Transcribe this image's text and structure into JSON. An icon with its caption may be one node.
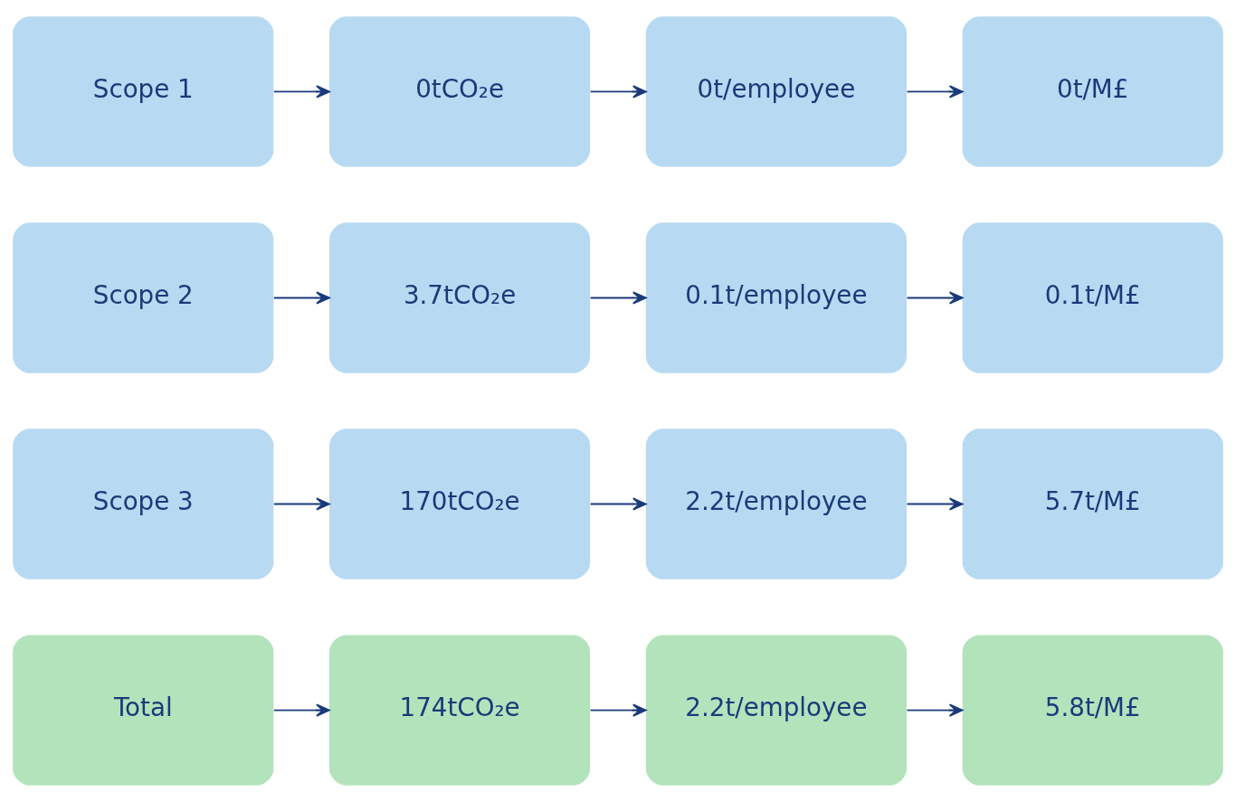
{
  "diagram": {
    "nodes": [
      {
        "text": [
          "Scope 1"
        ]
      },
      {
        "text": [
          "0tCO₂e"
        ]
      },
      {
        "text": [
          "0t/employee"
        ]
      },
      {
        "text": [
          "0t/M£"
        ]
      },
      {
        "text": [
          "Scope 2"
        ]
      },
      {
        "text": [
          "3.7tCO₂e"
        ]
      },
      {
        "text": [
          "0.1t/employee"
        ]
      },
      {
        "text": [
          "0.1t/M£"
        ]
      },
      {
        "text": [
          "Scope 3"
        ]
      },
      {
        "text": [
          "170tCO₂e"
        ]
      },
      {
        "text": [
          "2.2t/employee"
        ]
      },
      {
        "text": [
          "5.7t/M£"
        ]
      },
      {
        "text": [
          "Total"
        ]
      },
      {
        "text": [
          "174tCO₂e"
        ]
      },
      {
        "text": [
          "2.2t/employee"
        ]
      },
      {
        "text": [
          "5.8t/M£"
        ]
      }
    ],
    "edges": [
      {
        "from": 0,
        "to": 1,
        "arrow": "to"
      },
      {
        "from": 1,
        "to": 2,
        "arrow": "to"
      },
      {
        "from": 2,
        "to": 3,
        "arrow": "to"
      },
      {
        "from": 4,
        "to": 5,
        "arrow": "to"
      },
      {
        "from": 5,
        "to": 6,
        "arrow": "to"
      },
      {
        "from": 6,
        "to": 7,
        "arrow": "to"
      },
      {
        "from": 8,
        "to": 9,
        "arrow": "to"
      },
      {
        "from": 9,
        "to": 10,
        "arrow": "to"
      },
      {
        "from": 10,
        "to": 11,
        "arrow": "to"
      },
      {
        "from": 12,
        "to": 13,
        "arrow": "to"
      },
      {
        "from": 13,
        "to": 14,
        "arrow": "to"
      },
      {
        "from": 14,
        "to": 15,
        "arrow": "to"
      }
    ]
  }
}
